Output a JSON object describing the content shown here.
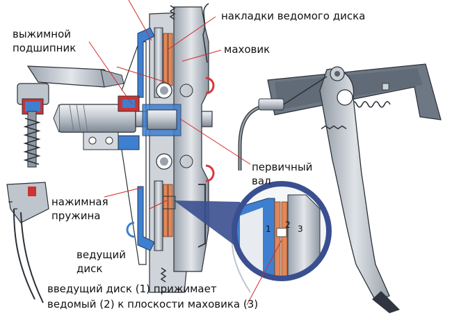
{
  "labels": {
    "driven_disc_linings": "накладки ведомого диска",
    "flywheel": "маховик",
    "release_bearing_line1": "выжимной",
    "release_bearing_line2": "подшипник",
    "input_shaft_line1": "первичный",
    "input_shaft_line2": "вал",
    "pressure_spring_line1": "нажимная",
    "pressure_spring_line2": "пружина",
    "drive_disc_line1": "ведущий",
    "drive_disc_line2": "диск",
    "caption_line1": "введущий диск (1) прижимает",
    "caption_line2": "ведомый (2) к плоскости маховика (3)"
  },
  "inset_numbers": {
    "n1": "1",
    "n2": "2",
    "n3": "3"
  },
  "colors": {
    "metal_light": "#d8dde3",
    "metal_mid": "#aeb6bf",
    "metal_dark": "#6f7a86",
    "blue_parts": "#3f7fd0",
    "red_parts": "#d6383b",
    "orange_linings": "#e0885a",
    "leader_line": "#d42a2a",
    "inset_ring": "#3a4f8f"
  }
}
